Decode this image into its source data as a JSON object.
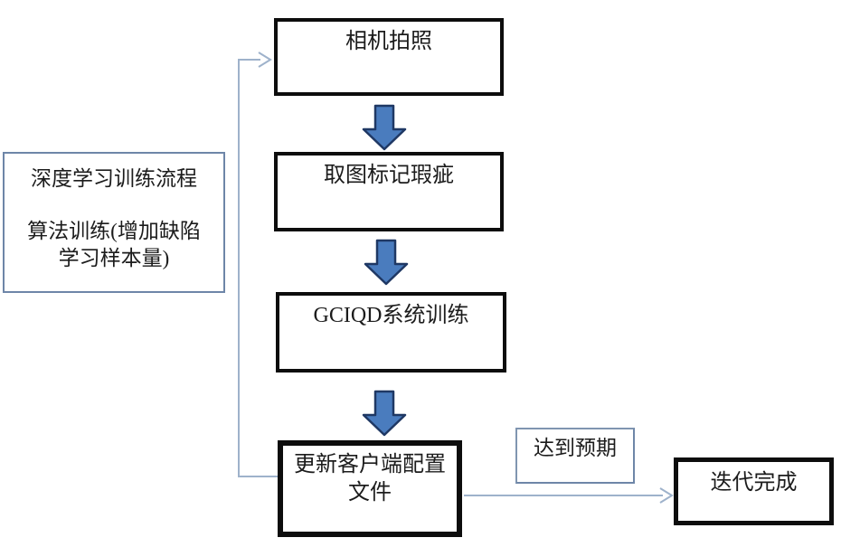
{
  "flowchart": {
    "nodes": {
      "camera": {
        "label": "相机拍照"
      },
      "mark_defects": {
        "label": "取图标记瑕疵"
      },
      "system_training": {
        "label": "GCIQD系统训练"
      },
      "update_config": {
        "lines": [
          "更新客户端配置",
          "文件"
        ]
      },
      "iteration_done": {
        "label": "迭代完成"
      }
    },
    "side_note": {
      "lines": [
        "深度学习训练流程",
        "算法训练(增加缺陷",
        "学习样本量)"
      ]
    },
    "edge_label": {
      "label": "达到预期"
    },
    "edges": [
      {
        "from": "camera",
        "to": "mark_defects",
        "style": "block-arrow-down"
      },
      {
        "from": "mark_defects",
        "to": "system_training",
        "style": "block-arrow-down"
      },
      {
        "from": "system_training",
        "to": "update_config",
        "style": "block-arrow-down"
      },
      {
        "from": "update_config",
        "to": "iteration_done",
        "style": "thin-arrow-right",
        "label": "达到预期"
      },
      {
        "from": "update_config",
        "to": "camera",
        "style": "thin-feedback-arrow"
      }
    ],
    "colors": {
      "background": "#ffffff",
      "node_border_dark": "#0d0d0d",
      "note_border": "#6e86a8",
      "label_border": "#8095b0",
      "block_arrow_fill": "#4a7cbe",
      "block_arrow_stroke": "#1f3864",
      "connector": "#9eb2cb",
      "text": "#1c1c1c"
    }
  }
}
